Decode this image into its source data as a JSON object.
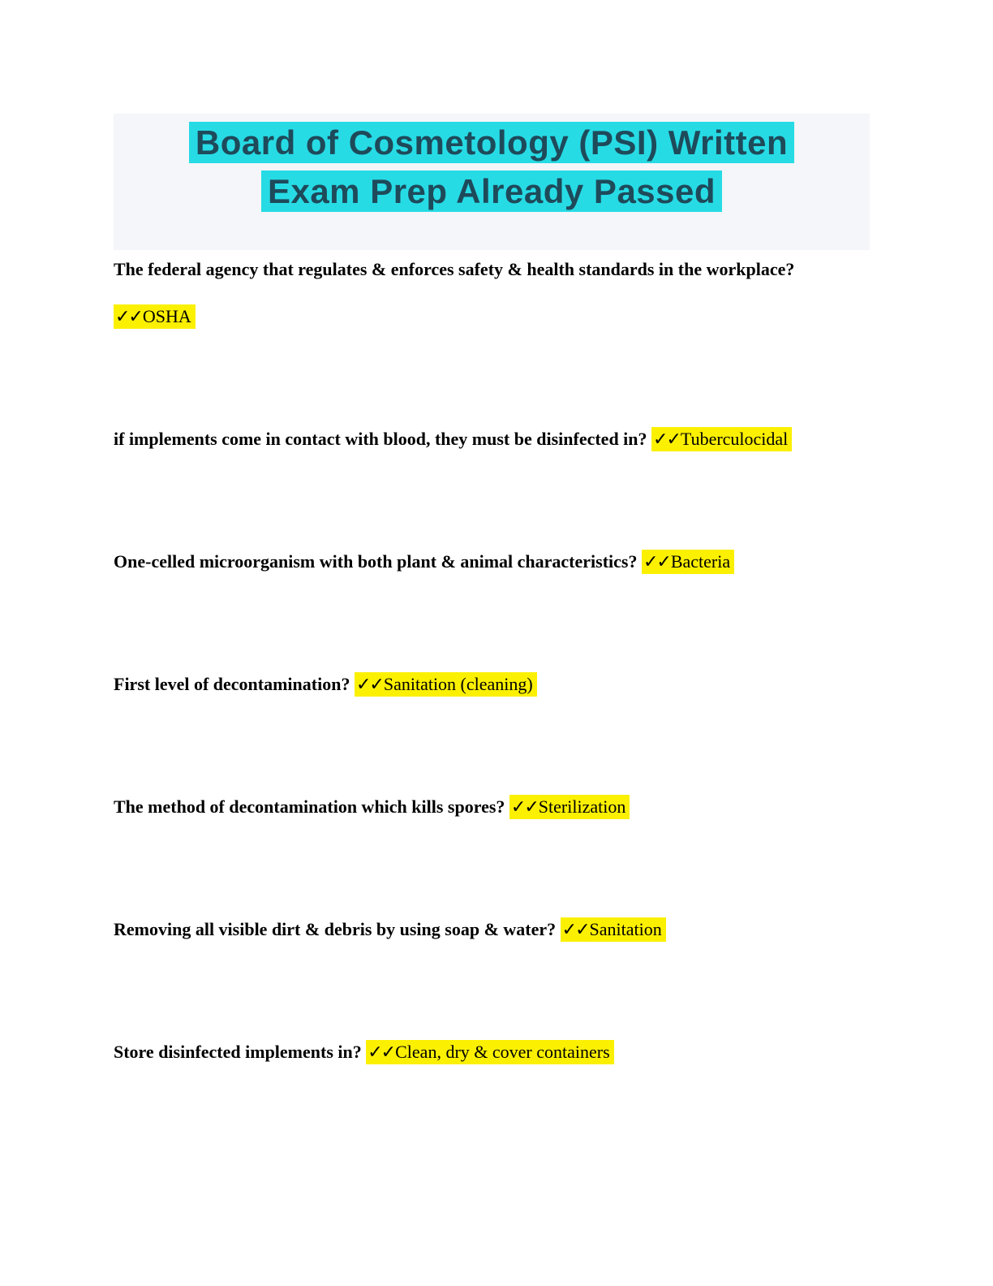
{
  "header": {
    "title_line1": "Board of Cosmetology (PSI) Written",
    "title_line2": "Exam Prep Already Passed"
  },
  "colors": {
    "cyan_highlight": "#27dbe5",
    "yellow_highlight": "#fbf000",
    "title_text": "#1e4a5a",
    "header_background": "#f4f6f9"
  },
  "qa_items": [
    {
      "question": "The federal agency that regulates & enforces safety & health standards in the workplace?",
      "checkmarks": "✓✓",
      "answer": "OSHA",
      "layout": "block"
    },
    {
      "question": "if implements come in contact with blood, they must be disinfected in?",
      "checkmarks": "✓✓",
      "answer": "Tuberculocidal",
      "layout": "inline"
    },
    {
      "question": "One-celled microorganism with both plant & animal characteristics?",
      "checkmarks": "✓✓",
      "answer": "Bacteria",
      "layout": "inline"
    },
    {
      "question": "First level of decontamination?",
      "checkmarks": "✓✓",
      "answer": "Sanitation (cleaning)",
      "layout": "inline"
    },
    {
      "question": "The method of decontamination which kills spores?",
      "checkmarks": "✓✓",
      "answer": "Sterilization",
      "layout": "inline"
    },
    {
      "question": "Removing all visible dirt & debris by using soap & water?",
      "checkmarks": "✓✓",
      "answer": "Sanitation",
      "layout": "inline"
    },
    {
      "question": "Store disinfected implements in?",
      "checkmarks": "✓✓",
      "answer": "Clean, dry & cover containers",
      "layout": "inline"
    }
  ]
}
